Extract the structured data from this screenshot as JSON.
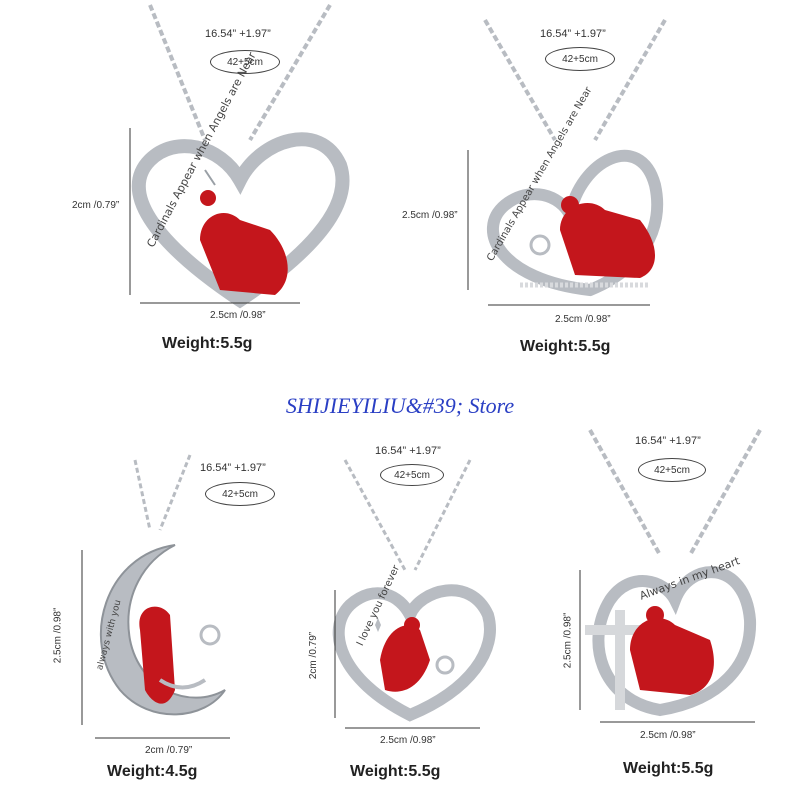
{
  "store_name": "SHIJIEYILIU&#39; Store",
  "products": [
    {
      "chain_length": "16.54” +1.97”",
      "chain_cm": "42+5cm",
      "height": "2cm /0.79”",
      "width": "2.5cm /0.98”",
      "weight": "Weight:5.5g",
      "engraving": "Cardinals Appear when Angels are Near"
    },
    {
      "chain_length": "16.54” +1.97”",
      "chain_cm": "42+5cm",
      "height": "2.5cm /0.98”",
      "width": "2.5cm /0.98”",
      "weight": "Weight:5.5g",
      "engraving": "Cardinals Appear when Angels are Near"
    },
    {
      "chain_length": "16.54” +1.97”",
      "chain_cm": "42+5cm",
      "height": "2.5cm /0.98”",
      "width": "2cm /0.79”",
      "weight": "Weight:4.5g",
      "engraving": "always with you"
    },
    {
      "chain_length": "16.54” +1.97”",
      "chain_cm": "42+5cm",
      "height": "2cm /0.79”",
      "width": "2.5cm /0.98”",
      "weight": "Weight:5.5g",
      "engraving": "I love you forever"
    },
    {
      "chain_length": "16.54” +1.97”",
      "chain_cm": "42+5cm",
      "height": "2.5cm /0.98”",
      "width": "2.5cm /0.98”",
      "weight": "Weight:5.5g",
      "engraving": "Always in my heart"
    }
  ],
  "colors": {
    "silver": "#b8bcc2",
    "red": "#c4161c",
    "store_blue": "#2a3fc4"
  }
}
